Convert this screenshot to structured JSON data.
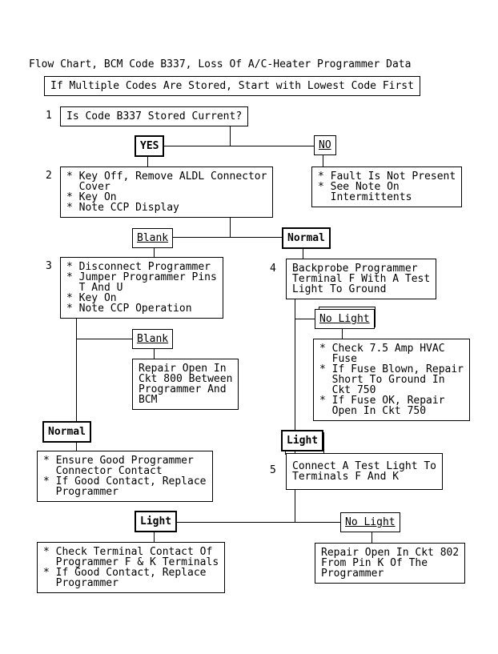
{
  "title": "Flow Chart, BCM Code B337, Loss Of A/C-Heater Programmer Data",
  "note": "If Multiple Codes Are Stored, Start with Lowest Code First",
  "colors": {
    "ink": "#000000",
    "paper": "#ffffff"
  },
  "step_numbers": {
    "s1": "1",
    "s2": "2",
    "s3": "3",
    "s4": "4",
    "s5": "5"
  },
  "boxes": {
    "step1": "Is Code B337 Stored Current?",
    "step2": "* Key Off, Remove ALDL Connector\n  Cover\n* Key On\n* Note CCP Display",
    "fault_not_present": "* Fault Is Not Present\n* See Note On\n  Intermittents",
    "step3": "* Disconnect Programmer\n* Jumper Programmer Pins\n  T And U\n* Key On\n* Note CCP Operation",
    "step4": "Backprobe Programmer\nTerminal F With A Test\nLight To Ground",
    "repair_ckt_800": "Repair Open In\nCkt 800 Between\nProgrammer And\nBCM",
    "check_fuse": "* Check 7.5 Amp HVAC\n  Fuse\n* If Fuse Blown, Repair\n  Short To Ground In\n  Ckt 750\n* If Fuse OK, Repair\n  Open In Ckt 750",
    "ensure_contact": "* Ensure Good Programmer\n  Connector Contact\n* If Good Contact, Replace\n  Programmer",
    "step5": "Connect A Test Light To\nTerminals F And K",
    "check_terminal": "* Check Terminal Contact Of\n  Programmer F & K Terminals\n* If Good Contact, Replace\n  Programmer",
    "repair_ckt_802": "Repair Open In Ckt 802\nFrom Pin K Of The\nProgrammer"
  },
  "labels": {
    "yes": "YES",
    "no": "NO",
    "blank1": "Blank",
    "normal1": "Normal",
    "blank2": "Blank",
    "nolight1": "No Light",
    "normal2": "Normal",
    "light1": "Light",
    "light2": "Light",
    "nolight2": "No Light"
  }
}
